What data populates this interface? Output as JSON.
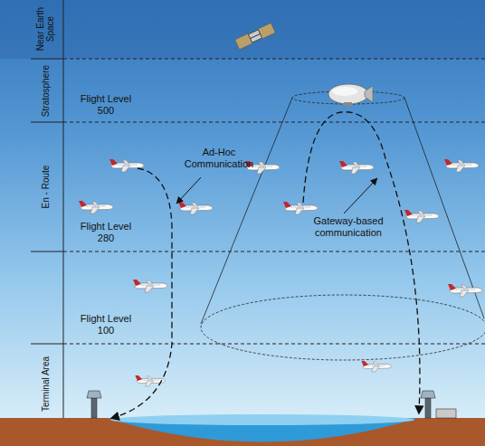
{
  "diagram": {
    "labels": [
      "Near Earth Space",
      "Stratosphere",
      "En - Route",
      "Terminal Area",
      "Flight Level 500",
      "Flight Level 280",
      "Flight Level 100",
      "Ad-Hoc Communication",
      "Gateway-based communication"
    ]
  }
}
